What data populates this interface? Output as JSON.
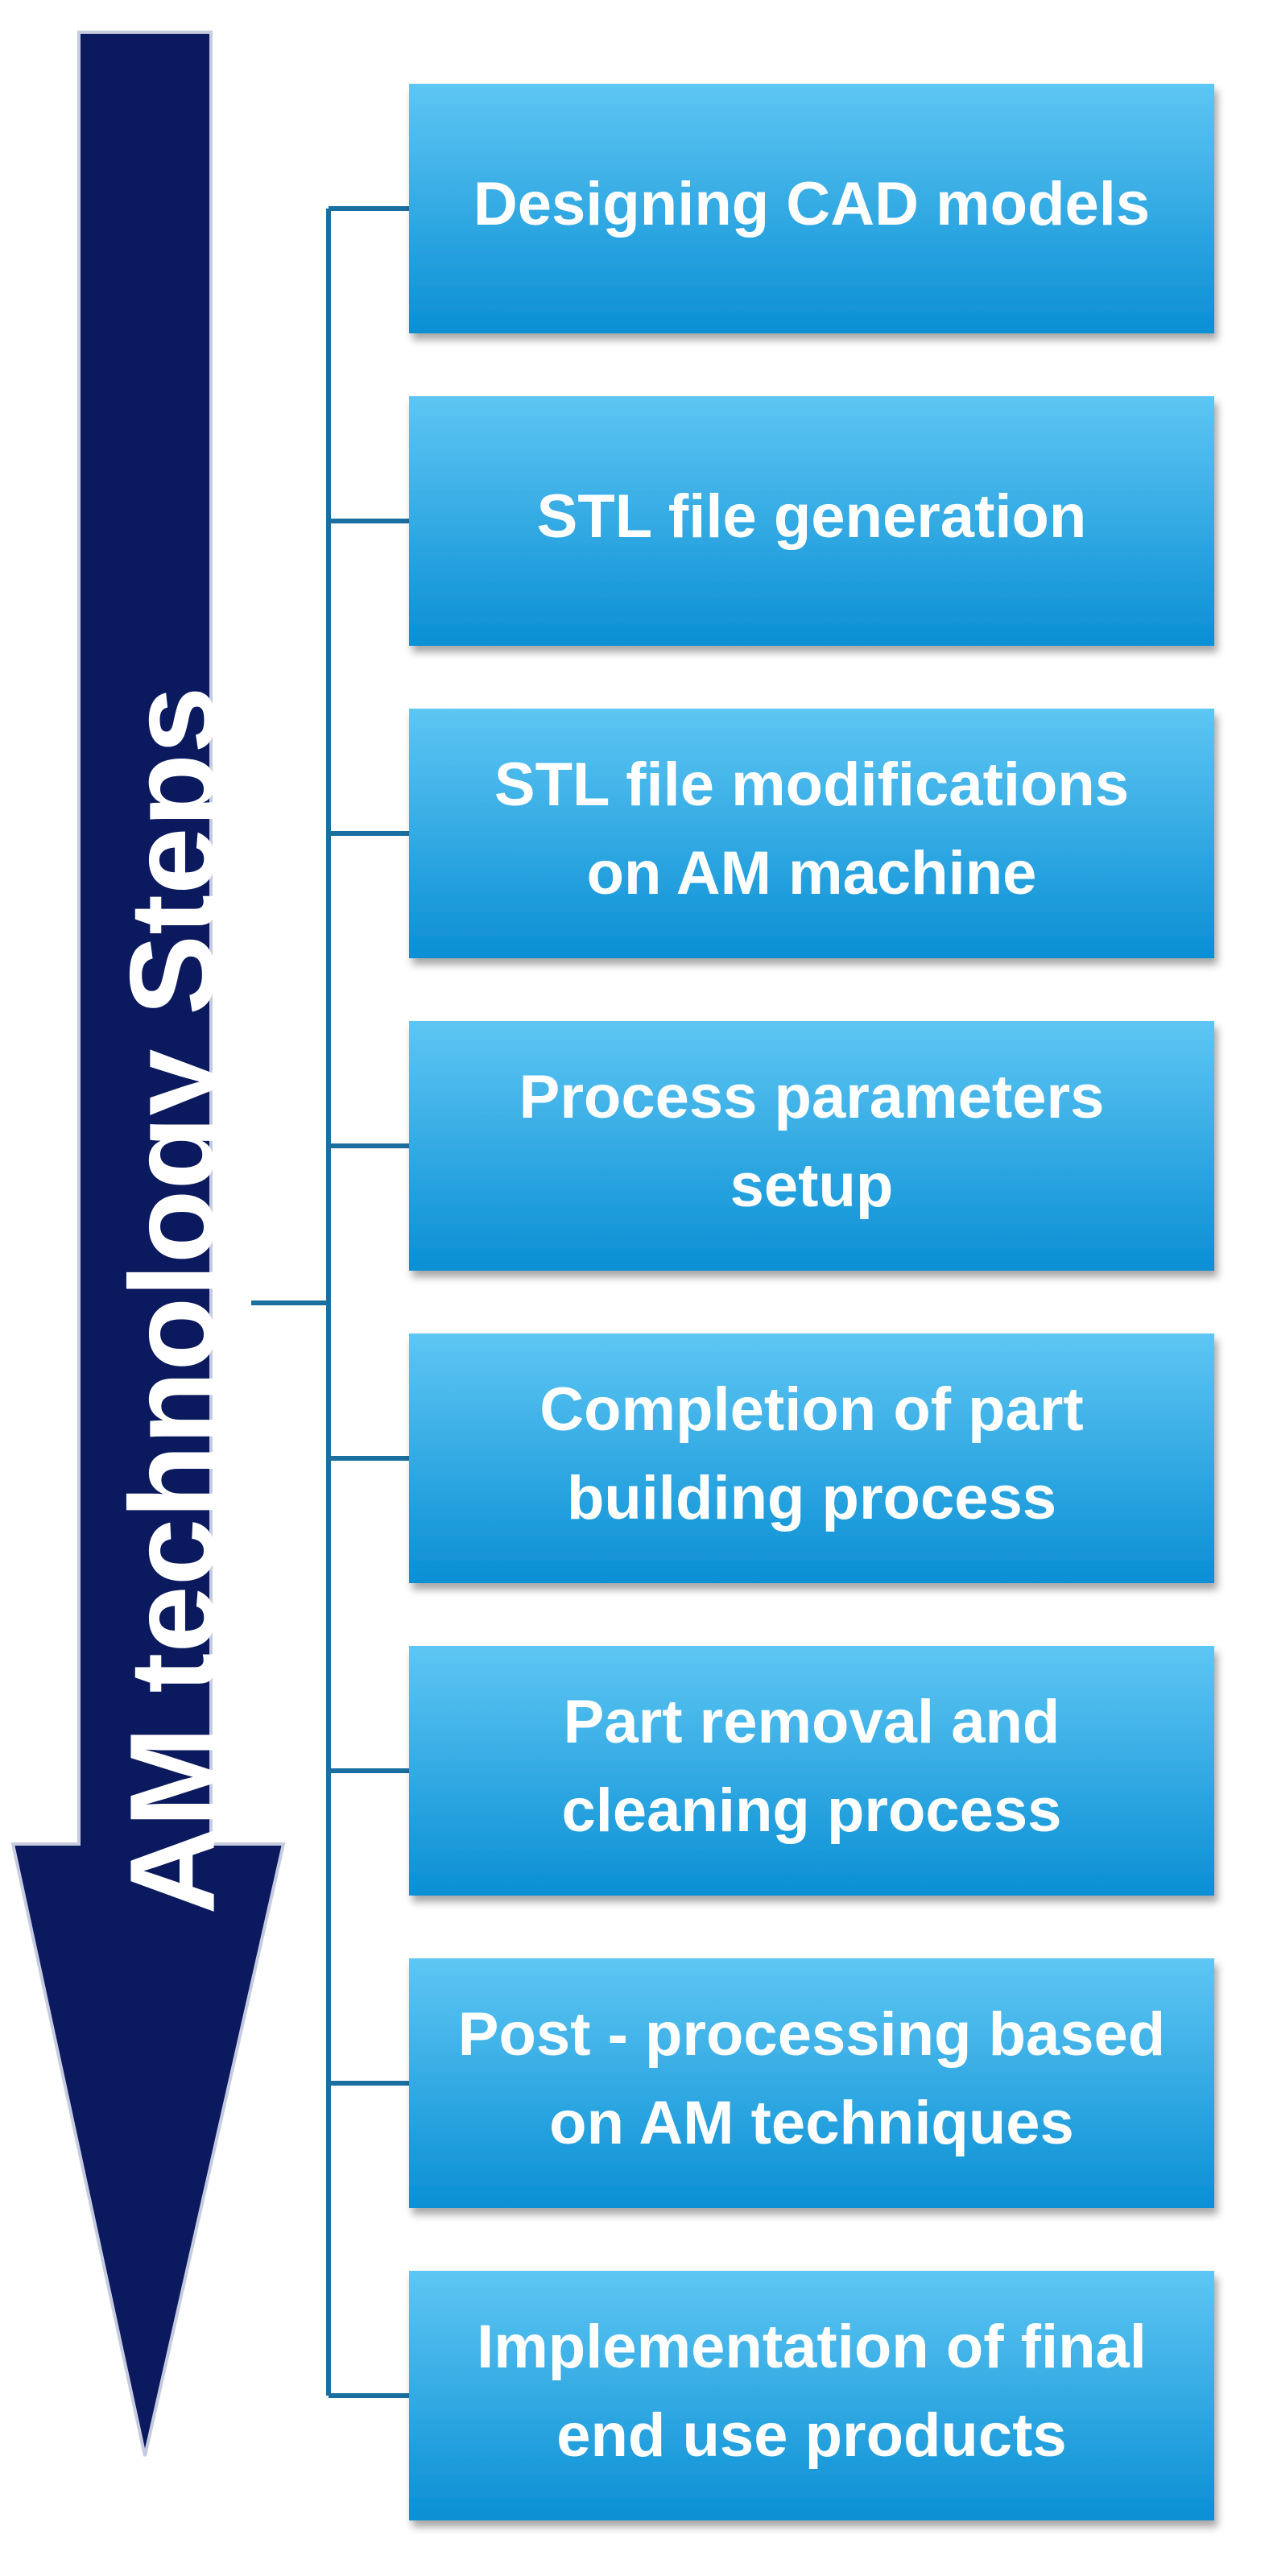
{
  "arrow": {
    "label": "AM technology Steps",
    "color": "#0b1a5e"
  },
  "box_colors": {
    "top": "#5ec6f3",
    "bottom": "#0a8fd4",
    "connector": "#1a6fa0"
  },
  "steps": [
    {
      "lines": [
        "Designing CAD models"
      ]
    },
    {
      "lines": [
        "STL file generation"
      ]
    },
    {
      "lines": [
        "STL file modifications",
        "on AM machine"
      ]
    },
    {
      "lines": [
        "Process parameters",
        "setup"
      ]
    },
    {
      "lines": [
        "Completion of part",
        "building process"
      ]
    },
    {
      "lines": [
        "Part removal and",
        "cleaning process"
      ]
    },
    {
      "lines": [
        "Post - processing based",
        "on AM techniques"
      ]
    },
    {
      "lines": [
        "Implementation of final",
        "end use products"
      ]
    }
  ]
}
